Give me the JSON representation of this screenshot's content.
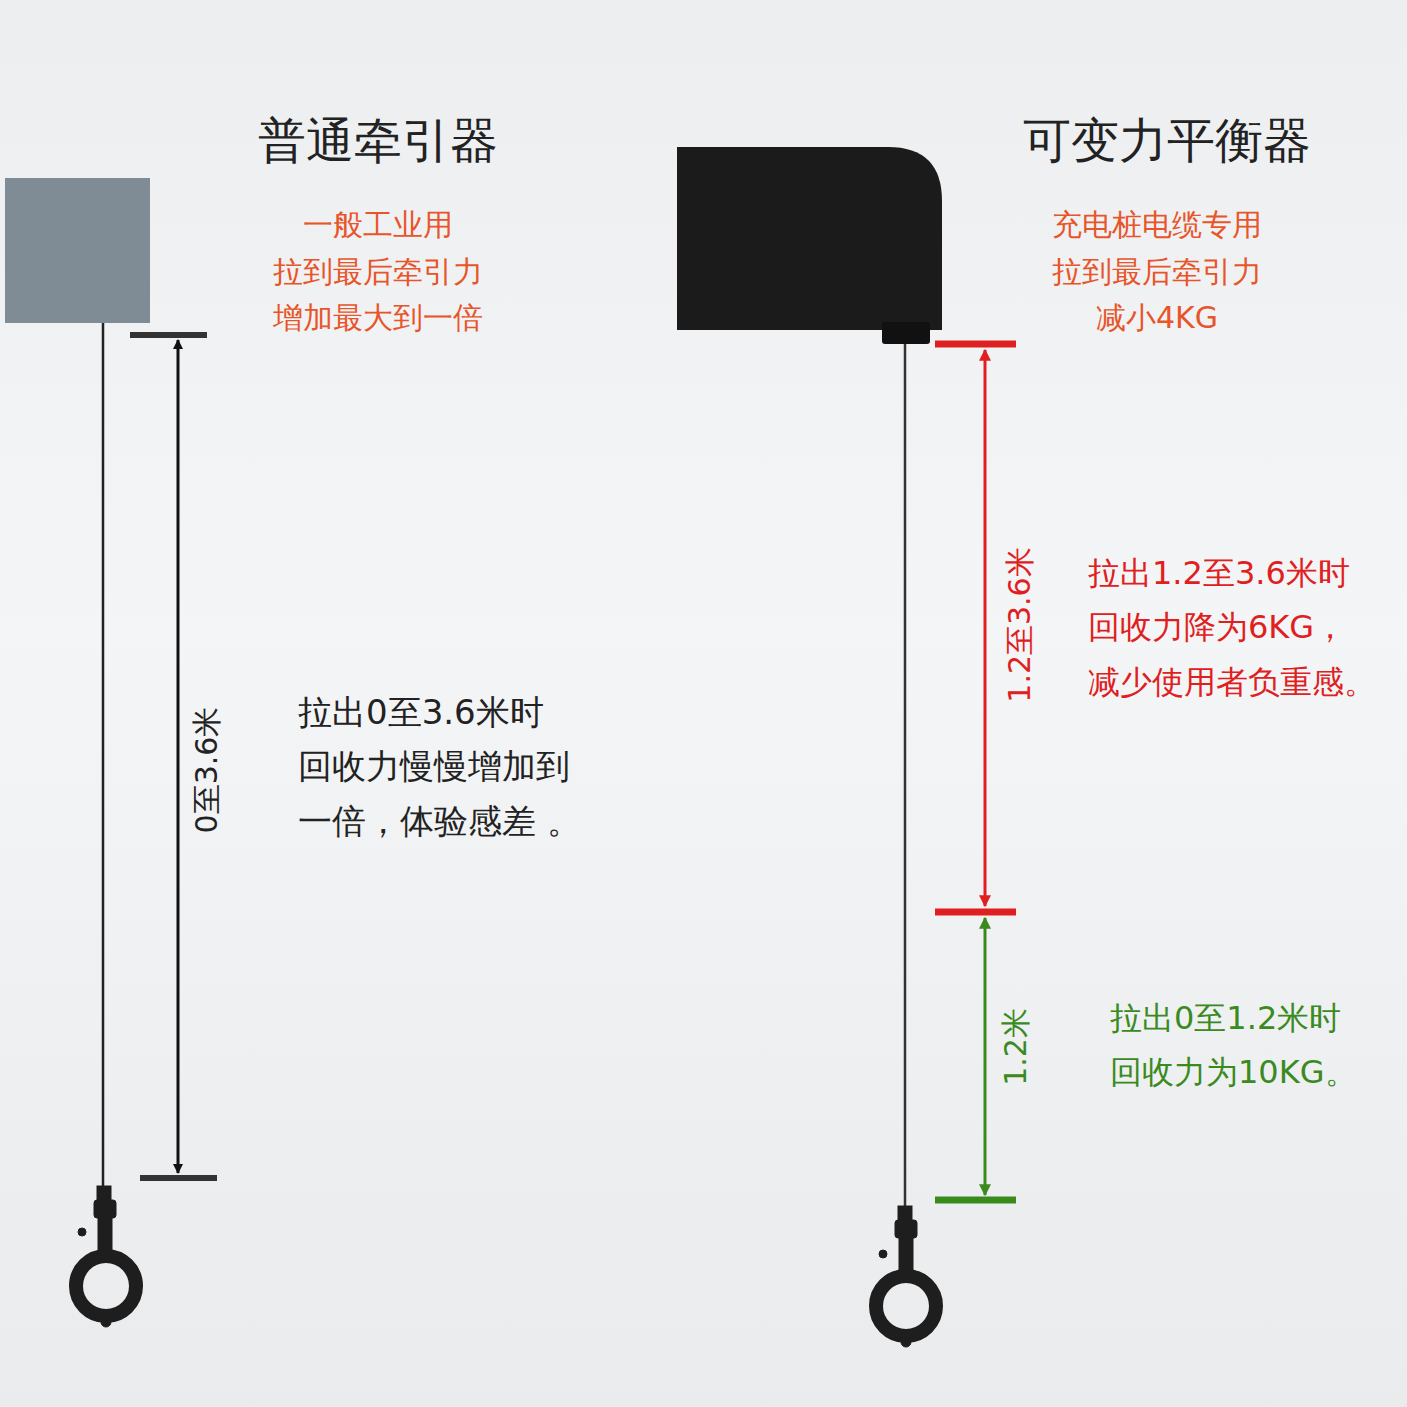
{
  "diagram": {
    "labels": [
      "普通牵引器",
      "一般工业用 拉到最后牵引力 增加最大到一倍",
      "0至3.6米",
      "拉出0至3.6米时 回收力慢慢增加到 一倍，体验感差 。",
      "可变力平衡器",
      "充电桩电缆专用 拉到最后牵引力 减小4KG",
      "1.2至3.6米",
      "拉出1.2至3.6米时 回收力降为6KG， 减少使用者负重感。",
      "1.2米",
      "拉出0至1.2米时 回收力为10KG。"
    ]
  }
}
